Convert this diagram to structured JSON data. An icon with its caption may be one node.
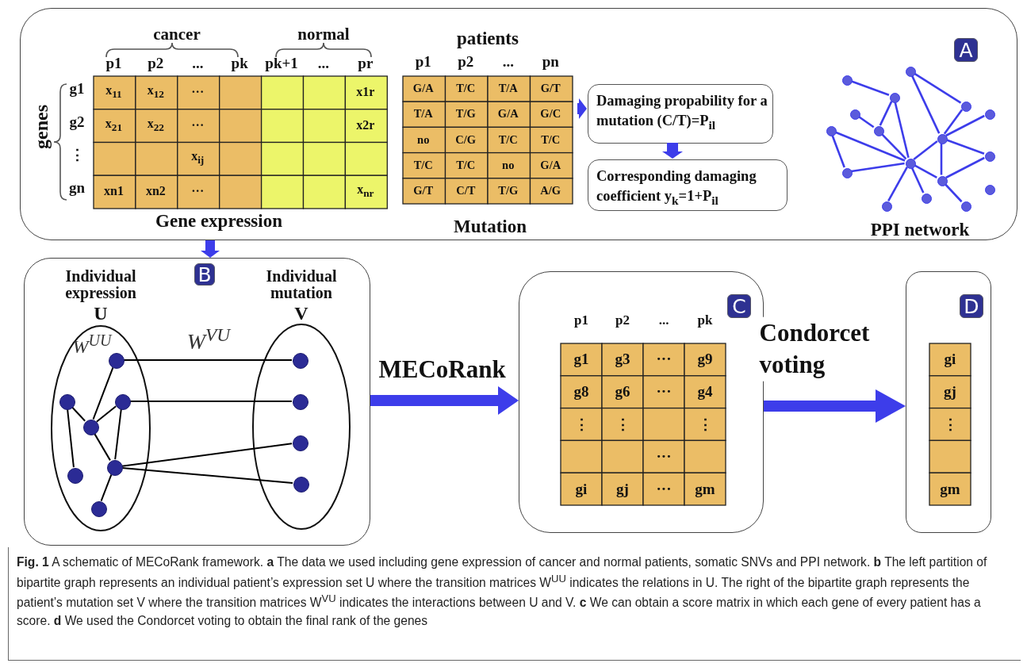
{
  "diagram": {
    "caption": "**Fig. 1** A schematic of MECoRank framework. **a** The data we used including gene expression of cancer and normal patients, somatic SNVs and PPI network. **b** The left partition of bipartite graph represents an individual patient’s expression set U where the transition matrices W$^{UU}$ indicates the relations in U. The right of the bipartite graph represents the patient’s mutation set V where the transition matrices W$^{VU}$ indicates the interactions between U and V. **c** We can obtain a score matrix in which each gene of every patient has a score. **d** We used the Condorcet voting to obtain the final rank of the genes",
    "nodes": [
      {
        "text": [
          "A"
        ]
      },
      {
        "text": [
          "Gene expression"
        ],
        "in": 0
      },
      {
        "text": [
          "patients",
          "Mutation"
        ],
        "in": 0
      },
      {
        "text": [
          "Damaging propability for a mutation (C/T)=P$_{il}$"
        ],
        "in": 0
      },
      {
        "text": [
          "Corresponding damaging coefficient y$_{k}$=1+P$_{il}$"
        ],
        "in": 0
      },
      {
        "text": [],
        "shape": "circle",
        "in": 0
      },
      {
        "text": [],
        "shape": "circle",
        "in": 0
      },
      {
        "text": [],
        "shape": "circle",
        "in": 0
      },
      {
        "text": [],
        "shape": "circle",
        "in": 0
      },
      {
        "text": [],
        "shape": "circle",
        "in": 0
      },
      {
        "text": [],
        "shape": "circle",
        "in": 0
      },
      {
        "text": [],
        "shape": "circle",
        "in": 0
      },
      {
        "text": [],
        "shape": "circle",
        "in": 0
      },
      {
        "text": [],
        "shape": "circle",
        "in": 0
      },
      {
        "text": [],
        "shape": "circle",
        "in": 0
      },
      {
        "text": [],
        "shape": "circle",
        "in": 0
      },
      {
        "text": [],
        "shape": "circle",
        "in": 0
      },
      {
        "text": [],
        "shape": "circle",
        "in": 0
      },
      {
        "text": [],
        "shape": "circle",
        "in": 0
      },
      {
        "text": [],
        "shape": "circle",
        "in": 0
      },
      {
        "text": [],
        "shape": "circle",
        "in": 0
      },
      {
        "text": [],
        "shape": "circle",
        "in": 0
      },
      {
        "text": [
          "B"
        ]
      },
      {
        "text": [
          "Individual expression",
          "U",
          "W$^{UU}$"
        ],
        "in": 22
      },
      {
        "text": [],
        "shape": "circle",
        "in": 23
      },
      {
        "text": [],
        "shape": "circle",
        "in": 23
      },
      {
        "text": [],
        "shape": "circle",
        "in": 23
      },
      {
        "text": [],
        "shape": "circle",
        "in": 23
      },
      {
        "text": [],
        "shape": "circle",
        "in": 23
      },
      {
        "text": [],
        "shape": "circle",
        "in": 23
      },
      {
        "text": [],
        "shape": "circle",
        "in": 23
      },
      {
        "text": [
          "Individual mutation",
          "V"
        ],
        "in": 22
      },
      {
        "text": [],
        "shape": "circle",
        "in": 31
      },
      {
        "text": [],
        "shape": "circle",
        "in": 31
      },
      {
        "text": [],
        "shape": "circle",
        "in": 31
      },
      {
        "text": [],
        "shape": "circle",
        "in": 31
      },
      {
        "text": [
          "C"
        ]
      },
      {
        "text": [
          "D"
        ]
      }
    ],
    "edges": [
      {
        "from": 2,
        "to": 3,
        "arrow": "to",
        "style": "thick"
      },
      {
        "from": 3,
        "to": 4,
        "arrow": "to",
        "style": "thick"
      },
      {
        "from": 0,
        "to": 22,
        "arrow": "to",
        "style": "thick"
      },
      {
        "from": 22,
        "to": 36,
        "arrow": "to",
        "style": "thick",
        "label": "MECoRank"
      },
      {
        "from": 36,
        "to": 37,
        "arrow": "to",
        "style": "thick",
        "label": "Condorcet voting"
      },
      {
        "from": 5,
        "to": 6,
        "arrow": "none"
      },
      {
        "from": 6,
        "to": 8,
        "arrow": "none"
      },
      {
        "from": 6,
        "to": 11,
        "arrow": "none"
      },
      {
        "from": 7,
        "to": 8,
        "arrow": "none"
      },
      {
        "from": 8,
        "to": 11,
        "arrow": "none"
      },
      {
        "from": 9,
        "to": 11,
        "arrow": "none"
      },
      {
        "from": 9,
        "to": 10,
        "arrow": "none"
      },
      {
        "from": 10,
        "to": 11,
        "arrow": "none"
      },
      {
        "from": 11,
        "to": 12,
        "arrow": "none"
      },
      {
        "from": 11,
        "to": 13,
        "arrow": "none"
      },
      {
        "from": 11,
        "to": 17,
        "arrow": "none"
      },
      {
        "from": 11,
        "to": 19,
        "arrow": "none"
      },
      {
        "from": 14,
        "to": 17,
        "arrow": "none"
      },
      {
        "from": 14,
        "to": 15,
        "arrow": "none"
      },
      {
        "from": 15,
        "to": 17,
        "arrow": "none"
      },
      {
        "from": 17,
        "to": 16,
        "arrow": "none"
      },
      {
        "from": 17,
        "to": 18,
        "arrow": "none"
      },
      {
        "from": 17,
        "to": 19,
        "arrow": "none"
      },
      {
        "from": 18,
        "to": 19,
        "arrow": "none"
      },
      {
        "from": 19,
        "to": 20,
        "arrow": "none"
      },
      {
        "from": 24,
        "to": 27,
        "arrow": "none",
        "color": "#000000"
      },
      {
        "from": 25,
        "to": 27,
        "arrow": "none",
        "color": "#000000"
      },
      {
        "from": 25,
        "to": 28,
        "arrow": "none",
        "color": "#000000"
      },
      {
        "from": 26,
        "to": 27,
        "arrow": "none",
        "color": "#000000"
      },
      {
        "from": 26,
        "to": 29,
        "arrow": "none",
        "color": "#000000"
      },
      {
        "from": 27,
        "to": 29,
        "arrow": "none",
        "color": "#000000"
      },
      {
        "from": 29,
        "to": 30,
        "arrow": "none",
        "color": "#000000"
      },
      {
        "from": 24,
        "to": 32,
        "arrow": "none",
        "color": "#000000"
      },
      {
        "from": 26,
        "to": 33,
        "arrow": "none",
        "color": "#000000"
      },
      {
        "from": 29,
        "to": 34,
        "arrow": "none",
        "color": "#000000"
      },
      {
        "from": 29,
        "to": 35,
        "arrow": "none",
        "color": "#000000"
      }
    ],
    "labels": [
      "cancer",
      "normal",
      "p1",
      "p2",
      "...",
      "pk",
      "pk+1",
      "...",
      "pr",
      "genes",
      "g1",
      "g2",
      "⋮",
      "gn",
      "x$_{11}$",
      "x$_{12}$",
      "···",
      "x1r",
      "x$_{21}$",
      "x$_{22}$",
      "···",
      "x2r",
      "x$_{ij}$",
      "xn1",
      "xn2",
      "···",
      "x$_{nr}$",
      "p1",
      "p2",
      "...",
      "pn",
      "G/A",
      "T/C",
      "T/A",
      "G/T",
      "T/A",
      "T/G",
      "G/A",
      "G/C",
      "no",
      "C/G",
      "T/C",
      "T/C",
      "T/C",
      "T/C",
      "no",
      "G/A",
      "G/T",
      "C/T",
      "T/G",
      "A/G",
      "PPI network",
      "W$^{VU}$",
      "p1",
      "p2",
      "...",
      "pk",
      "g1",
      "g3",
      "···",
      "g9",
      "g8",
      "g6",
      "···",
      "g4",
      "⋮",
      "⋮",
      "⋮",
      "···",
      "gi",
      "gj",
      "···",
      "gm",
      "gi",
      "gj",
      "⋮",
      "gm"
    ]
  }
}
